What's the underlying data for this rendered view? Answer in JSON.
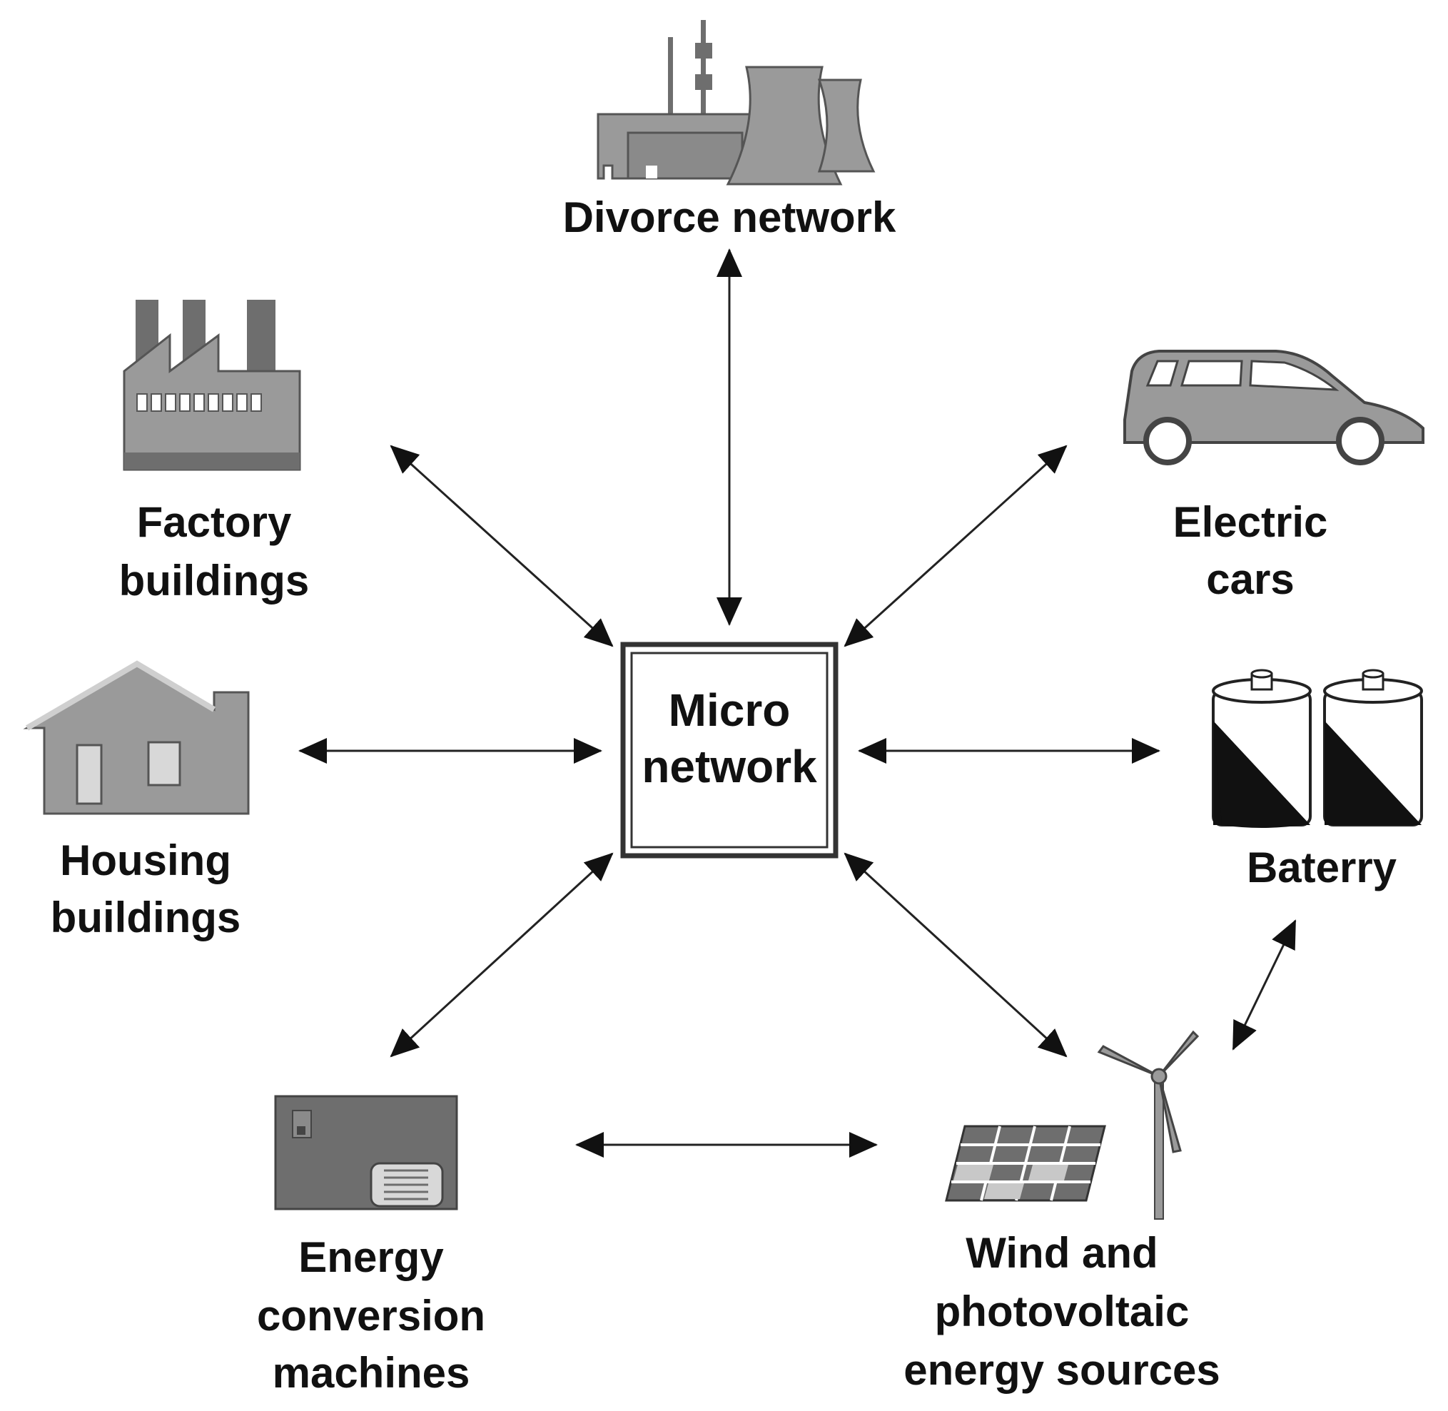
{
  "center": {
    "line1": "Micro",
    "line2": "network"
  },
  "nodes": {
    "grid": {
      "label": "Divorce network",
      "icon": "power-plant-icon"
    },
    "factory": {
      "line1": "Factory",
      "line2": "buildings",
      "icon": "factory-icon"
    },
    "car": {
      "line1": "Electric",
      "line2": "cars",
      "icon": "car-icon"
    },
    "house": {
      "line1": "Housing",
      "line2": "buildings",
      "icon": "house-icon"
    },
    "battery": {
      "label": "Baterry",
      "icon": "battery-icon"
    },
    "machine": {
      "line1": "Energy",
      "line2": "conversion",
      "line3": "machines",
      "icon": "generator-icon"
    },
    "renewables": {
      "line1": "Wind and",
      "line2": "photovoltaic",
      "line3": "energy sources",
      "icon": "wind-solar-icon"
    }
  },
  "colors": {
    "icon_fill": "#9a9a9a",
    "icon_dark": "#6e6e6e",
    "icon_light": "#c8c8c8",
    "stroke": "#222222",
    "text": "#111111"
  }
}
